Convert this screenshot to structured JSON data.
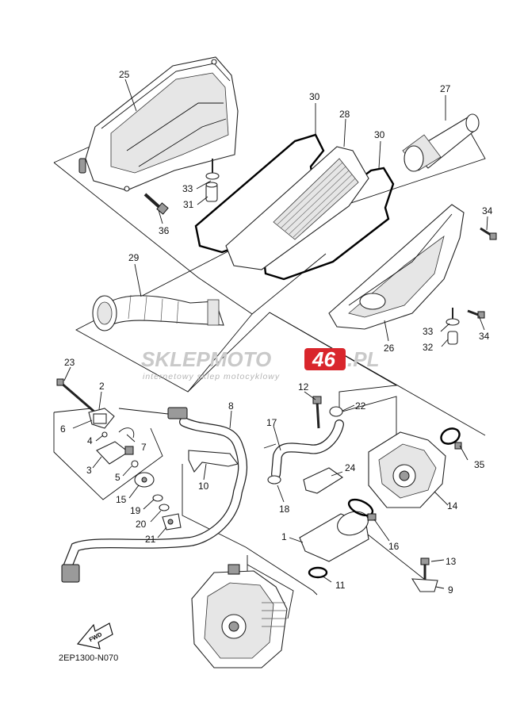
{
  "watermark": {
    "brand_prefix": "SKLEPMOTO",
    "brand_number": "46",
    "brand_suffix": ".PL",
    "tagline": "internetowy sklep motocyklowy",
    "colors": {
      "prefix": "#c9c9c9",
      "number_bg": "#d9262c",
      "number_text": "#ffffff",
      "tagline": "#b5b5b5"
    }
  },
  "diagram_code": "2EP1300-N070",
  "fwd_label": "FWD",
  "callouts": {
    "c1": "1",
    "c2": "2",
    "c3": "3",
    "c4": "4",
    "c5": "5",
    "c6": "6",
    "c7": "7",
    "c8": "8",
    "c9": "9",
    "c10": "10",
    "c11": "11",
    "c12": "12",
    "c13": "13",
    "c14": "14",
    "c15": "15",
    "c16": "16",
    "c17": "17",
    "c18": "18",
    "c19": "19",
    "c20": "20",
    "c21": "21",
    "c22": "22",
    "c23": "23",
    "c24": "24",
    "c25": "25",
    "c26": "26",
    "c27": "27",
    "c28": "28",
    "c29": "29",
    "c30a": "30",
    "c30b": "30",
    "c31": "31",
    "c32": "32",
    "c33a": "33",
    "c33b": "33",
    "c34a": "34",
    "c34b": "34",
    "c35": "35",
    "c36": "36"
  }
}
